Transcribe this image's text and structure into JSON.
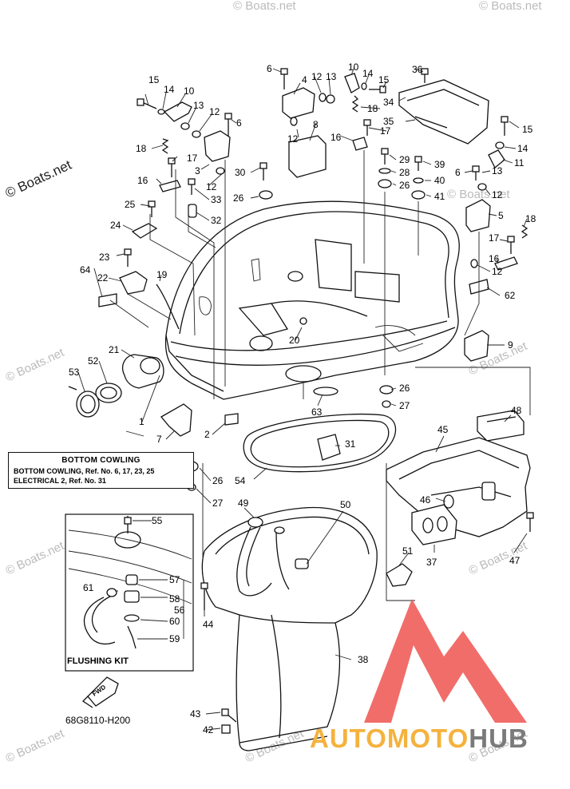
{
  "watermark": {
    "main": "© Boats.net",
    "repeat": "© Boats.net"
  },
  "reference_box": {
    "title": "BOTTOM COWLING",
    "line1": "BOTTOM COWLING,  Ref. No. 6, 17, 23, 25",
    "line2": "ELECTRICAL 2,  Ref. No. 31"
  },
  "flushing_kit_label": "FLUSHING KIT",
  "fwd_label": "FWD",
  "part_number": "68G8110-H200",
  "brand": {
    "part1": "AUTOMOTO",
    "part2": "HUB",
    "color1": "#f4b23e",
    "color2": "#7a7a7a",
    "logo_color": "#e53935"
  },
  "callouts": [
    {
      "id": "c15a",
      "text": "15"
    },
    {
      "id": "c14a",
      "text": "14"
    },
    {
      "id": "c10a",
      "text": "10"
    },
    {
      "id": "c13a",
      "text": "13"
    },
    {
      "id": "c12a",
      "text": "12"
    },
    {
      "id": "c6a",
      "text": "6"
    },
    {
      "id": "c18a",
      "text": "18"
    },
    {
      "id": "c17a",
      "text": "17"
    },
    {
      "id": "c3",
      "text": "3"
    },
    {
      "id": "c12b",
      "text": "12"
    },
    {
      "id": "c16a",
      "text": "16"
    },
    {
      "id": "c33",
      "text": "33"
    },
    {
      "id": "c30",
      "text": "30"
    },
    {
      "id": "c26a",
      "text": "26"
    },
    {
      "id": "c25",
      "text": "25"
    },
    {
      "id": "c32",
      "text": "32"
    },
    {
      "id": "c24",
      "text": "24"
    },
    {
      "id": "c23",
      "text": "23"
    },
    {
      "id": "c64",
      "text": "64"
    },
    {
      "id": "c22",
      "text": "22"
    },
    {
      "id": "c19",
      "text": "19"
    },
    {
      "id": "c6b",
      "text": "6"
    },
    {
      "id": "c4",
      "text": "4"
    },
    {
      "id": "c12c",
      "text": "12"
    },
    {
      "id": "c13b",
      "text": "13"
    },
    {
      "id": "c10b",
      "text": "10"
    },
    {
      "id": "c14b",
      "text": "14"
    },
    {
      "id": "c15b",
      "text": "15"
    },
    {
      "id": "c18b",
      "text": "18"
    },
    {
      "id": "c8",
      "text": "8"
    },
    {
      "id": "c12d",
      "text": "12"
    },
    {
      "id": "c16b",
      "text": "16"
    },
    {
      "id": "c17b",
      "text": "17"
    },
    {
      "id": "c36",
      "text": "36"
    },
    {
      "id": "c34",
      "text": "34"
    },
    {
      "id": "c35",
      "text": "35"
    },
    {
      "id": "c29",
      "text": "29"
    },
    {
      "id": "c28",
      "text": "28"
    },
    {
      "id": "c26b",
      "text": "26"
    },
    {
      "id": "c39",
      "text": "39"
    },
    {
      "id": "c40",
      "text": "40"
    },
    {
      "id": "c41",
      "text": "41"
    },
    {
      "id": "c15c",
      "text": "15"
    },
    {
      "id": "c14c",
      "text": "14"
    },
    {
      "id": "c11",
      "text": "11"
    },
    {
      "id": "c6c",
      "text": "6"
    },
    {
      "id": "c13c",
      "text": "13"
    },
    {
      "id": "c12e",
      "text": "12"
    },
    {
      "id": "c5",
      "text": "5"
    },
    {
      "id": "c18c",
      "text": "18"
    },
    {
      "id": "c17c",
      "text": "17"
    },
    {
      "id": "c16c",
      "text": "16"
    },
    {
      "id": "c12f",
      "text": "12"
    },
    {
      "id": "c62",
      "text": "62"
    },
    {
      "id": "c9",
      "text": "9"
    },
    {
      "id": "c20",
      "text": "20"
    },
    {
      "id": "c21",
      "text": "21"
    },
    {
      "id": "c52",
      "text": "52"
    },
    {
      "id": "c53",
      "text": "53"
    },
    {
      "id": "c1",
      "text": "1"
    },
    {
      "id": "c7",
      "text": "7"
    },
    {
      "id": "c2",
      "text": "2"
    },
    {
      "id": "c63",
      "text": "63"
    },
    {
      "id": "c26c",
      "text": "26"
    },
    {
      "id": "c27a",
      "text": "27"
    },
    {
      "id": "c48",
      "text": "48"
    },
    {
      "id": "c45",
      "text": "45"
    },
    {
      "id": "c31",
      "text": "31"
    },
    {
      "id": "c54",
      "text": "54"
    },
    {
      "id": "c26d",
      "text": "26"
    },
    {
      "id": "c27b",
      "text": "27"
    },
    {
      "id": "c49",
      "text": "49"
    },
    {
      "id": "c50",
      "text": "50"
    },
    {
      "id": "c46",
      "text": "46"
    },
    {
      "id": "c37",
      "text": "37"
    },
    {
      "id": "c47",
      "text": "47"
    },
    {
      "id": "c51",
      "text": "51"
    },
    {
      "id": "c55",
      "text": "55"
    },
    {
      "id": "c57",
      "text": "57"
    },
    {
      "id": "c61",
      "text": "61"
    },
    {
      "id": "c58",
      "text": "58"
    },
    {
      "id": "c56",
      "text": "56"
    },
    {
      "id": "c60",
      "text": "60"
    },
    {
      "id": "c59",
      "text": "59"
    },
    {
      "id": "c44",
      "text": "44"
    },
    {
      "id": "c38",
      "text": "38"
    },
    {
      "id": "c43",
      "text": "43"
    },
    {
      "id": "c42",
      "text": "42"
    }
  ]
}
